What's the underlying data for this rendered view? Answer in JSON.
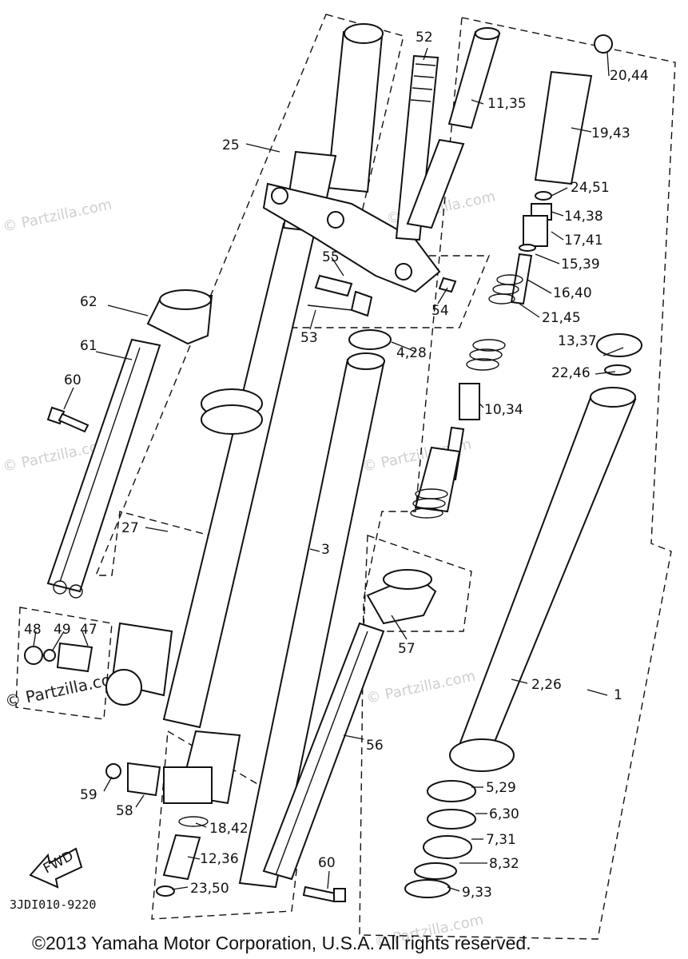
{
  "callouts": {
    "c1": "1",
    "c2_26": "2,26",
    "c3": "3",
    "c4_28": "4,28",
    "c5_29": "5,29",
    "c6_30": "6,30",
    "c7_31": "7,31",
    "c8_32": "8,32",
    "c9_33": "9,33",
    "c10_34": "10,34",
    "c11_35": "11,35",
    "c12_36": "12,36",
    "c13_37": "13,37",
    "c14_38": "14,38",
    "c15_39": "15,39",
    "c16_40": "16,40",
    "c17_41": "17,41",
    "c18_42": "18,42",
    "c19_43": "19,43",
    "c20_44": "20,44",
    "c21_45": "21,45",
    "c22_46": "22,46",
    "c23_50": "23,50",
    "c24_51": "24,51",
    "c25": "25",
    "c27": "27",
    "c47": "47",
    "c48": "48",
    "c49": "49",
    "c52": "52",
    "c53": "53",
    "c54": "54",
    "c55": "55",
    "c56": "56",
    "c57": "57",
    "c58": "58",
    "c59": "59",
    "c60a": "60",
    "c60b": "60",
    "c61": "61",
    "c62": "62"
  },
  "fwd_label": "FWD",
  "diagram_code": "3JDI010-9220",
  "watermark": "© Partzilla.com",
  "copyright": "©2013 Yamaha Motor Corporation, U.S.A. All rights reserved."
}
